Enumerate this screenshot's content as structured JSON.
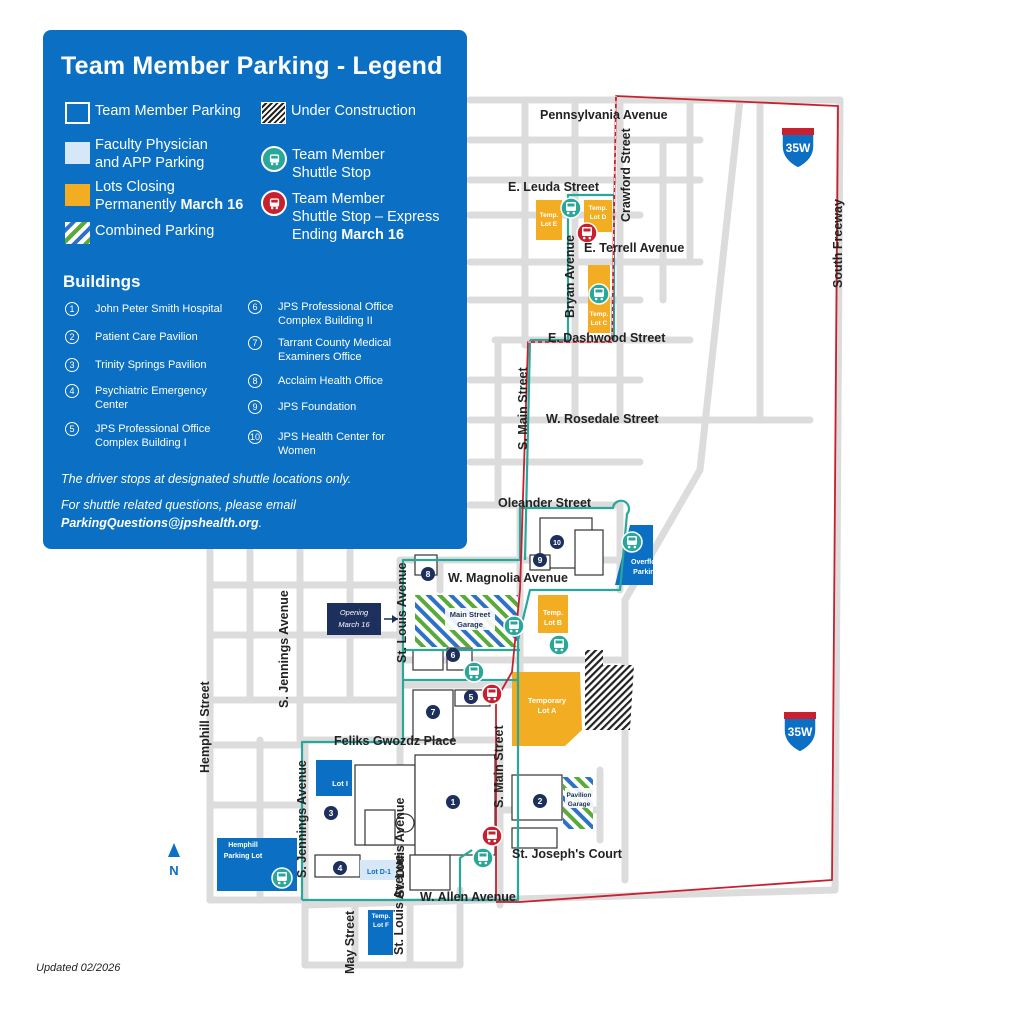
{
  "legend": {
    "title": "Team Member Parking - Legend",
    "items": {
      "team_member": "Team Member Parking",
      "under_construction": "Under Construction",
      "faculty_line1": "Faculty Physician",
      "faculty_line2": "and APP Parking",
      "shuttle_line1": "Team Member",
      "shuttle_line2": "Shuttle Stop",
      "closing_line1": "Lots Closing",
      "closing_line2": "Permanently ",
      "closing_date": "March 16",
      "express_line1": "Team Member",
      "express_line2": "Shuttle Stop – Express",
      "express_line3": "Ending ",
      "express_date": "March 16",
      "combined": "Combined Parking"
    },
    "buildings_title": "Buildings",
    "buildings": [
      {
        "num": "1",
        "line1": "John Peter Smith Hospital",
        "line2": ""
      },
      {
        "num": "2",
        "line1": "Patient Care Pavilion",
        "line2": ""
      },
      {
        "num": "3",
        "line1": "Trinity Springs Pavilion",
        "line2": ""
      },
      {
        "num": "4",
        "line1": "Psychiatric Emergency",
        "line2": "Center"
      },
      {
        "num": "5",
        "line1": "JPS Professional Office",
        "line2": "Complex Building I"
      },
      {
        "num": "6",
        "line1": "JPS Professional Office",
        "line2": "Complex Building II"
      },
      {
        "num": "7",
        "line1": "Tarrant County Medical",
        "line2": "Examiners Office"
      },
      {
        "num": "8",
        "line1": "Acclaim Health Office",
        "line2": ""
      },
      {
        "num": "9",
        "line1": "JPS Foundation",
        "line2": ""
      },
      {
        "num": "10",
        "line1": "JPS Health Center for",
        "line2": "Women"
      }
    ],
    "note_driver": "The driver stops at designated shuttle locations only.",
    "note_email_line1": "For shuttle related questions, please email",
    "note_email": "ParkingQuestions@jpshealth.org",
    "note_email_end": "."
  },
  "streets": {
    "pennsylvania": "Pennsylvania Avenue",
    "leuda": "E. Leuda Street",
    "crawford": "Crawford Street",
    "terrell": "E. Terrell Avenue",
    "bryan": "Bryan Avenue",
    "dashwood": "E. Dashwood Street",
    "main_north": "S. Main Street",
    "rosedale": "W. Rosedale Street",
    "oleander": "Oleander Street",
    "magnolia": "W. Magnolia Avenue",
    "st_louis_north": "St. Louis Avenue",
    "jennings_north": "S. Jennings Avenue",
    "hemphill": "Hemphill Street",
    "feliks": "Feliks Gwozdz Place",
    "main_south": "S. Main Street",
    "jennings_south": "S. Jennings Avenue",
    "st_louis_south": "St. Louis Avenue",
    "st_joseph": "St. Joseph's Court",
    "allen": "W. Allen Avenue",
    "may": "May Street",
    "st_louis_bottom": "St. Louis Avenue",
    "south_freeway": "South Freeway"
  },
  "lots": {
    "temp_e_1": "Temp.",
    "temp_e_2": "Lot E",
    "temp_d_1": "Temp.",
    "temp_d_2": "Lot D",
    "temp_c_1": "Temp.",
    "temp_c_2": "Lot C",
    "temp_b_1": "Temp.",
    "temp_b_2": "Lot B",
    "temp_a_1": "Temporary",
    "temp_a_2": "Lot A",
    "main_garage_1": "Main Street",
    "main_garage_2": "Garage",
    "pavilion_garage_1": "Pavilion",
    "pavilion_garage_2": "Garage",
    "lot_i": "Lot I",
    "lot_d1": "Lot D-1",
    "temp_f_1": "Temp.",
    "temp_f_2": "Lot F",
    "hemphill_1": "Hemphill",
    "hemphill_2": "Parking Lot",
    "overflow_1": "Overflow",
    "overflow_2": "Parking"
  },
  "callout": {
    "line1": "Opening",
    "line2": "March 16"
  },
  "building_markers": [
    "1",
    "2",
    "3",
    "4",
    "5",
    "6",
    "7",
    "8",
    "9",
    "10"
  ],
  "highway": "35W",
  "north": "N",
  "updated": "Updated 02/2026",
  "colors": {
    "legend_blue": "#0b6fc3",
    "lot_blue": "#0b6fc3",
    "orange": "#f2ad23",
    "teal": "#28a79a",
    "red": "#c8202f",
    "navy": "#1d2f5c",
    "road": "#d9d9d9",
    "combined_green": "#5aaa3a",
    "combined_blue": "#2d72c4"
  },
  "icons": {
    "shuttle": "bus-icon",
    "express": "bus-icon",
    "north_arrow": "north-arrow-icon",
    "interstate": "interstate-shield-icon"
  }
}
